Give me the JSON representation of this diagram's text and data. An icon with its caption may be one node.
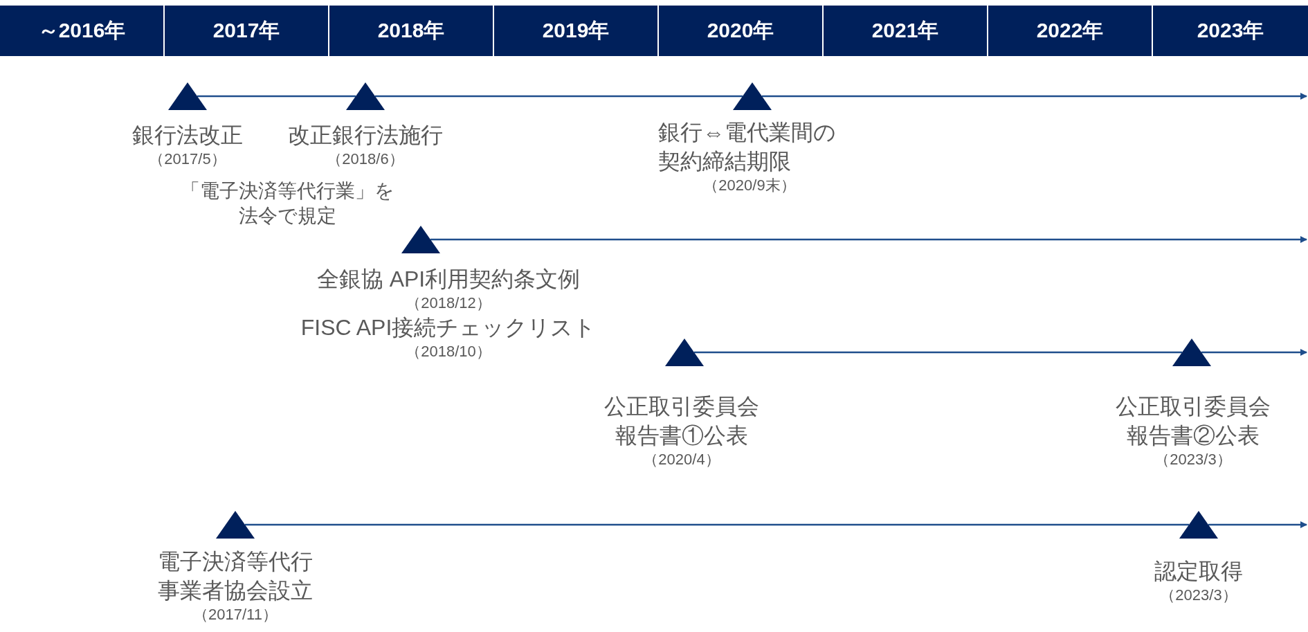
{
  "diagram": {
    "nodes": [
      {
        "text": [
          "～2016年"
        ]
      },
      {
        "text": [
          "2017年"
        ]
      },
      {
        "text": [
          "2018年"
        ]
      },
      {
        "text": [
          "2019年"
        ]
      },
      {
        "text": [
          "2020年"
        ]
      },
      {
        "text": [
          "2021年"
        ]
      },
      {
        "text": [
          "2022年"
        ]
      },
      {
        "text": [
          "2023年"
        ]
      },
      {
        "text": [
          "銀行法改正",
          "（2017/5）",
          "「電子決済等代行業」を法令で規定"
        ]
      },
      {
        "text": [
          "改正銀行法施行",
          "（2018/6）"
        ]
      },
      {
        "text": [
          "銀行⇔電代業間の契約締結期限",
          "（2020/9末）"
        ]
      },
      {
        "text": [
          "全銀協 API利用契約条文例",
          "（2018/12）",
          "FISC API接続チェックリスト",
          "（2018/10）"
        ]
      },
      {
        "text": [
          "公正取引委員会報告書①公表",
          "（2020/4）"
        ]
      },
      {
        "text": [
          "公正取引委員会報告書②公表",
          "（2023/3）"
        ]
      },
      {
        "text": [
          "電子決済等代行事業者協会設立",
          "（2017/11）"
        ]
      },
      {
        "text": [
          "認定取得",
          "（2023/3）"
        ]
      }
    ],
    "edges": [
      {
        "from": 8,
        "to": 9,
        "arrow": "none"
      },
      {
        "from": 9,
        "to": 10,
        "arrow": "none"
      },
      {
        "from": 10,
        "to": null,
        "arrow": "to"
      },
      {
        "from": 11,
        "to": null,
        "arrow": "to"
      },
      {
        "from": 12,
        "to": 13,
        "arrow": "none"
      },
      {
        "from": 13,
        "to": null,
        "arrow": "to"
      },
      {
        "from": 14,
        "to": 15,
        "arrow": "none"
      },
      {
        "from": 15,
        "to": null,
        "arrow": "to"
      }
    ]
  }
}
